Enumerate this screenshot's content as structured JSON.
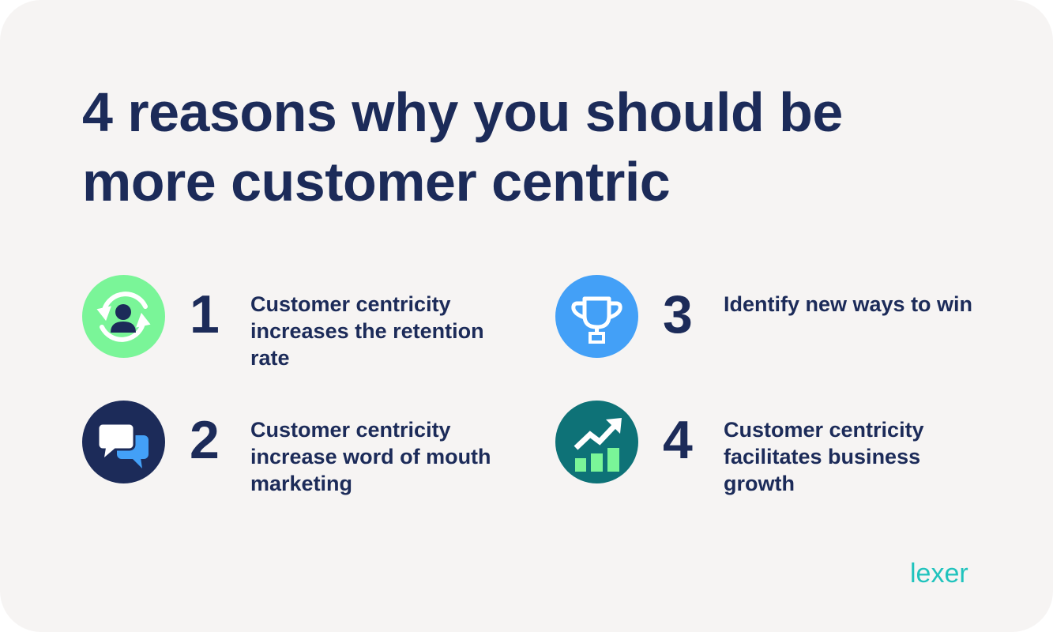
{
  "title": "4 reasons why you should be more customer centric",
  "reasons": [
    {
      "number": "1",
      "text": "Customer centricity increases the retention rate",
      "icon": "retention-cycle-user-icon",
      "icon_bg": "#7af598"
    },
    {
      "number": "2",
      "text": "Customer centricity increase word of mouth marketing",
      "icon": "chat-bubbles-icon",
      "icon_bg": "#1c2b59"
    },
    {
      "number": "3",
      "text": "Identify new ways to win",
      "icon": "trophy-icon",
      "icon_bg": "#43a0f7"
    },
    {
      "number": "4",
      "text": "Customer centricity facilitates business growth",
      "icon": "growth-chart-icon",
      "icon_bg": "#0e7277"
    }
  ],
  "brand": {
    "logo_text": "lexer",
    "logo_color": "#20c3bd"
  },
  "colors": {
    "text": "#1c2b59",
    "card_bg": "#f6f4f3"
  }
}
